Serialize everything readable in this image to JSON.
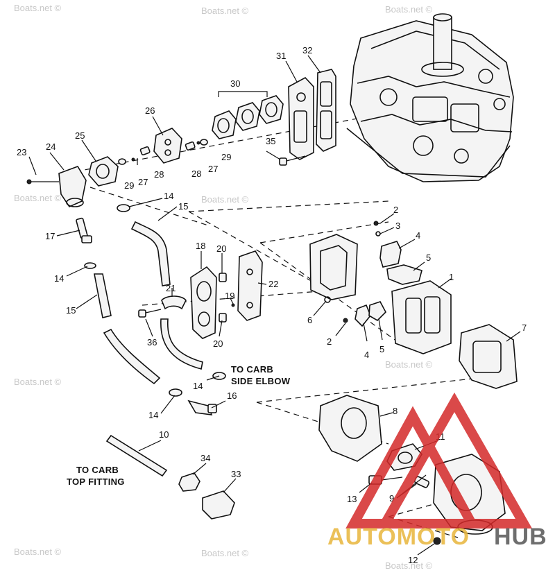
{
  "watermark": "Boats.net ©",
  "callouts": [
    "1",
    "2",
    "2",
    "3",
    "4",
    "4",
    "5",
    "5",
    "6",
    "7",
    "8",
    "9",
    "10",
    "11",
    "12",
    "13",
    "14",
    "14",
    "14",
    "14",
    "15",
    "15",
    "16",
    "17",
    "18",
    "19",
    "20",
    "20",
    "21",
    "22",
    "23",
    "24",
    "25",
    "26",
    "27",
    "27",
    "28",
    "28",
    "29",
    "29",
    "30",
    "31",
    "32",
    "33",
    "34",
    "35",
    "36"
  ],
  "notes": {
    "carb_side_elbow_line1": "TO CARB",
    "carb_side_elbow_line2": "SIDE ELBOW",
    "carb_top_fitting_line1": "TO CARB",
    "carb_top_fitting_line2": "TOP FITTING"
  },
  "logo": {
    "text_auto": "AUTOMOTO",
    "text_hub": "HUB",
    "accent_color": "#e8b63c",
    "brand_red": "#d42a2a",
    "hub_color": "#555555"
  }
}
